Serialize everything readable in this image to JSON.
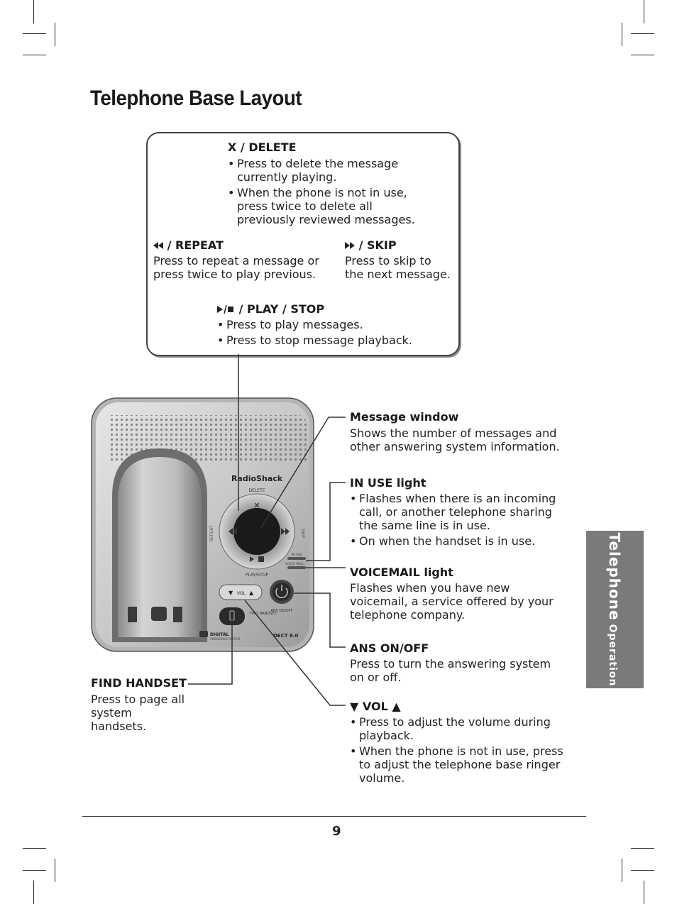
{
  "page": {
    "title": "Telephone Base Layout",
    "page_number": "9",
    "side_tab": {
      "main": "Telephone",
      "sub": "Operation"
    }
  },
  "callout": {
    "delete": {
      "heading": "X / DELETE",
      "bullets": [
        "Press to delete the message currently playing.",
        "When the phone is not in use, press twice to delete all previously reviewed messages."
      ]
    },
    "repeat": {
      "heading": "/ REPEAT",
      "text": "Press to repeat a message or press twice to play previous."
    },
    "skip": {
      "heading": "/ SKIP",
      "text": "Press to skip to the next message."
    },
    "play": {
      "heading": "/ PLAY / STOP",
      "bullets": [
        "Press to play messages.",
        "Press to stop message playback."
      ]
    }
  },
  "labels": {
    "message_window": {
      "heading": "Message window",
      "text": "Shows the number of messages and other answering system information."
    },
    "in_use": {
      "heading": "IN USE light",
      "bullets": [
        "Flashes when there is an incoming call, or another telephone sharing the same line is in use.",
        "On when the handset is in use."
      ]
    },
    "voicemail": {
      "heading": "VOICEMAIL light",
      "text": "Flashes when you have new voicemail, a service offered by your telephone company."
    },
    "ans": {
      "heading": "ANS ON/OFF",
      "text": "Press to turn the answering system on or off."
    },
    "find": {
      "heading": "FIND HANDSET",
      "text": "Press to page all system handsets."
    },
    "vol": {
      "heading": "VOL",
      "bullets": [
        "Press to adjust the volume during playback.",
        "When the phone is not in use, press to adjust the telephone base ringer volume."
      ]
    }
  },
  "device": {
    "brand": "RadioShack",
    "delete": "DELETE",
    "repeat": "REPEAT",
    "skip": "SKIP",
    "play_stop": "PLAY/STOP",
    "in_use": "IN USE",
    "voicemail": "VOICE MAIL",
    "vol": "VOL",
    "ans": "ANS ON/OFF",
    "find": "FIND HANDSET",
    "digital": "DIGITAL",
    "answering": "ANSWERING SYSTEM",
    "dect": "DECT 6.0"
  }
}
